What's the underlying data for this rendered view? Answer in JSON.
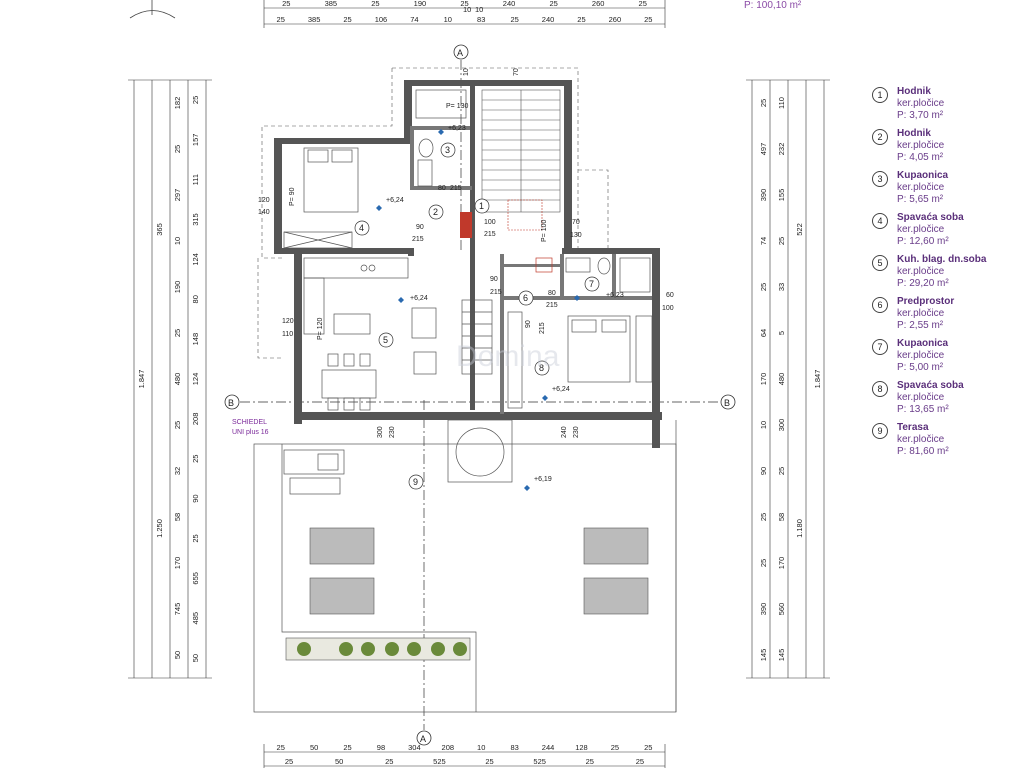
{
  "top_area": "P: 100,10 m²",
  "legend": [
    {
      "num": "1",
      "name": "Hodnik",
      "finish": "ker.pločice",
      "area": "P: 3,70 m²"
    },
    {
      "num": "2",
      "name": "Hodnik",
      "finish": "ker.pločice",
      "area": "P: 4,05 m²"
    },
    {
      "num": "3",
      "name": "Kupaonica",
      "finish": "ker.pločice",
      "area": "P: 5,65 m²"
    },
    {
      "num": "4",
      "name": "Spavaća soba",
      "finish": "ker.pločice",
      "area": "P: 12,60 m²"
    },
    {
      "num": "5",
      "name": "Kuh. blag. dn.soba",
      "finish": "ker.pločice",
      "area": "P: 29,20 m²"
    },
    {
      "num": "6",
      "name": "Predprostor",
      "finish": "ker.pločice",
      "area": "P: 2,55 m²"
    },
    {
      "num": "7",
      "name": "Kupaonica",
      "finish": "ker.pločice",
      "area": "P: 5,00 m²"
    },
    {
      "num": "8",
      "name": "Spavaća soba",
      "finish": "ker.pločice",
      "area": "P: 13,65 m²"
    },
    {
      "num": "9",
      "name": "Terasa",
      "finish": "ker.pločice",
      "area": "P: 81,60 m²"
    }
  ],
  "section_marks": {
    "a": "A",
    "b": "B"
  },
  "rooms": [
    "1",
    "2",
    "3",
    "4",
    "5",
    "6",
    "7",
    "8",
    "9"
  ],
  "levels": {
    "l1": "+6,23",
    "l2": "+6,24",
    "l3": "+6,24",
    "l4": "+6,23",
    "l5": "+6,24",
    "l6": "+6,19"
  },
  "chimney": {
    "line1": "SCHIEDEL",
    "line2": "UNI plus 16"
  },
  "dims_top_row1": [
    "25",
    "385",
    "25",
    "190",
    "25",
    "240",
    "25",
    "260",
    "25"
  ],
  "dims_top_row2": [
    "25",
    "385",
    "25",
    "106",
    "74",
    "10",
    "83",
    "25",
    "240",
    "25",
    "260",
    "25"
  ],
  "dims_top_mid": [
    "10",
    "10"
  ],
  "dims_bottom_row1": [
    "25",
    "50",
    "25",
    "98",
    "304",
    "208",
    "10",
    "83",
    "244",
    "128",
    "25",
    "25"
  ],
  "dims_bottom_row2": [
    "25",
    "50",
    "25",
    "525",
    "25",
    "525",
    "25",
    "25"
  ],
  "dims_left_outer": [
    "1.847"
  ],
  "dims_left_inner1": [
    "365",
    "1.250"
  ],
  "dims_left_inner2": [
    "182",
    "25",
    "297",
    "10",
    "190",
    "25",
    "480",
    "25",
    "32",
    "58",
    "170",
    "745",
    "50"
  ],
  "dims_left_inner3": [
    "25",
    "157",
    "111",
    "315",
    "124",
    "80",
    "148",
    "124",
    "208",
    "25",
    "90",
    "25",
    "655",
    "485",
    "50"
  ],
  "dims_right_outer": [
    "1.847"
  ],
  "dims_right_inner1": [
    "522",
    "1.180"
  ],
  "dims_right_inner2": [
    "110",
    "232",
    "155",
    "25",
    "33",
    "5",
    "480",
    "300",
    "25",
    "58",
    "170",
    "560",
    "145"
  ],
  "dims_right_inner3": [
    "25",
    "497",
    "390",
    "74",
    "25",
    "64",
    "170",
    "10",
    "90",
    "25",
    "25",
    "390",
    "145"
  ],
  "interior_dims": {
    "p130": "P= 130",
    "p90": "P= 90",
    "p120": "P= 120",
    "p100": "P= 100",
    "d80": "80",
    "d215": "215",
    "d100": "100",
    "d70": "70",
    "d130": "130",
    "d90": "90",
    "d120": "120",
    "d140": "140",
    "d110": "110",
    "d60": "60",
    "d300": "300",
    "d230": "230",
    "d240": "240",
    "d10": "10",
    "d25": "25",
    "d75": "70"
  },
  "watermark": "Domina"
}
